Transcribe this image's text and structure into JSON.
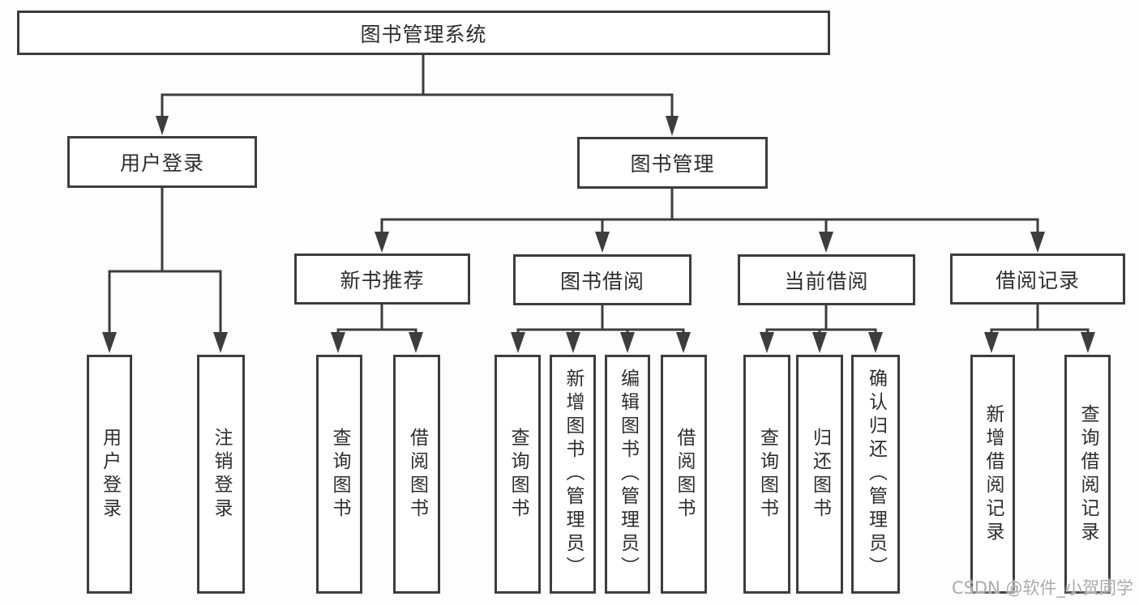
{
  "colors": {
    "line": "#3d3d3d",
    "text": "#2d2d2d",
    "node_background": "#ffffff",
    "page_background": "#fdfdfd",
    "watermark": "#ababab"
  },
  "watermark": {
    "text": "CSDN @软件_小贺同学"
  },
  "tree": {
    "label": "图书管理系统",
    "children": [
      {
        "label": "用户登录",
        "children": [
          {
            "label": "用户登录"
          },
          {
            "label": "注销登录"
          }
        ]
      },
      {
        "label": "图书管理",
        "children": [
          {
            "label": "新书推荐",
            "children": [
              {
                "label": "查询图书"
              },
              {
                "label": "借阅图书"
              }
            ]
          },
          {
            "label": "图书借阅",
            "children": [
              {
                "label": "查询图书"
              },
              {
                "label": "新增图书（管理员）"
              },
              {
                "label": "编辑图书（管理员）"
              },
              {
                "label": "借阅图书"
              }
            ]
          },
          {
            "label": "当前借阅",
            "children": [
              {
                "label": "查询图书"
              },
              {
                "label": "归还图书"
              },
              {
                "label": "确认归还（管理员）"
              }
            ]
          },
          {
            "label": "借阅记录",
            "children": [
              {
                "label": "新增借阅记录"
              },
              {
                "label": "查询借阅记录"
              }
            ]
          }
        ]
      }
    ]
  }
}
